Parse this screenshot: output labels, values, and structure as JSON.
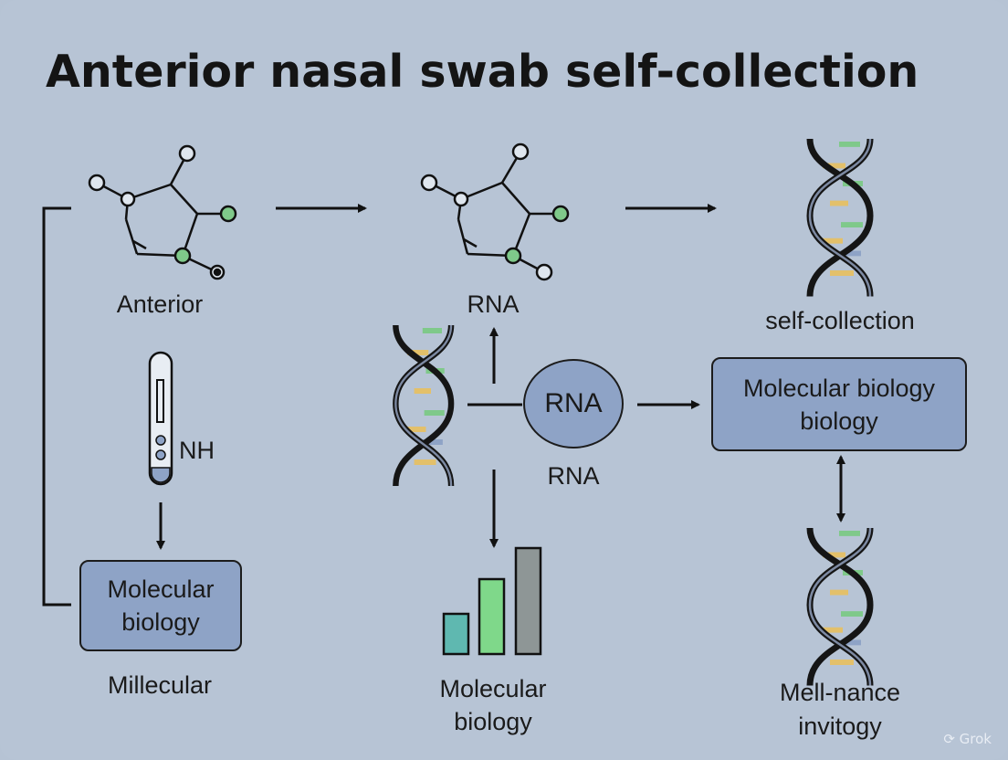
{
  "title": "Anterior nasal swab self-collection",
  "labels": {
    "molecule_left": "Anterior",
    "molecule_mid": "RNA",
    "dna_top_right": "self-collection",
    "tube": "NH",
    "circle_caption": "RNA",
    "bottom_left": "Millecular",
    "bars_line1": "Molecular",
    "bars_line2": "biology",
    "dna_bottom_line1": "Mell-nance",
    "dna_bottom_line2": "invitogy"
  },
  "nodes": {
    "left_box_line1": "Molecular",
    "left_box_line2": "biology",
    "right_box_line1": "Molecular biology",
    "right_box_line2": "biology",
    "circle": "RNA"
  },
  "watermark": "Grok",
  "colors": {
    "background": "#b7c4d5",
    "box_fill": "#8ea3c6",
    "node_green": "#7fc98a",
    "bar_teal": "#5fb8b0",
    "bar_green": "#7fd88a",
    "bar_gray": "#8e9696"
  }
}
